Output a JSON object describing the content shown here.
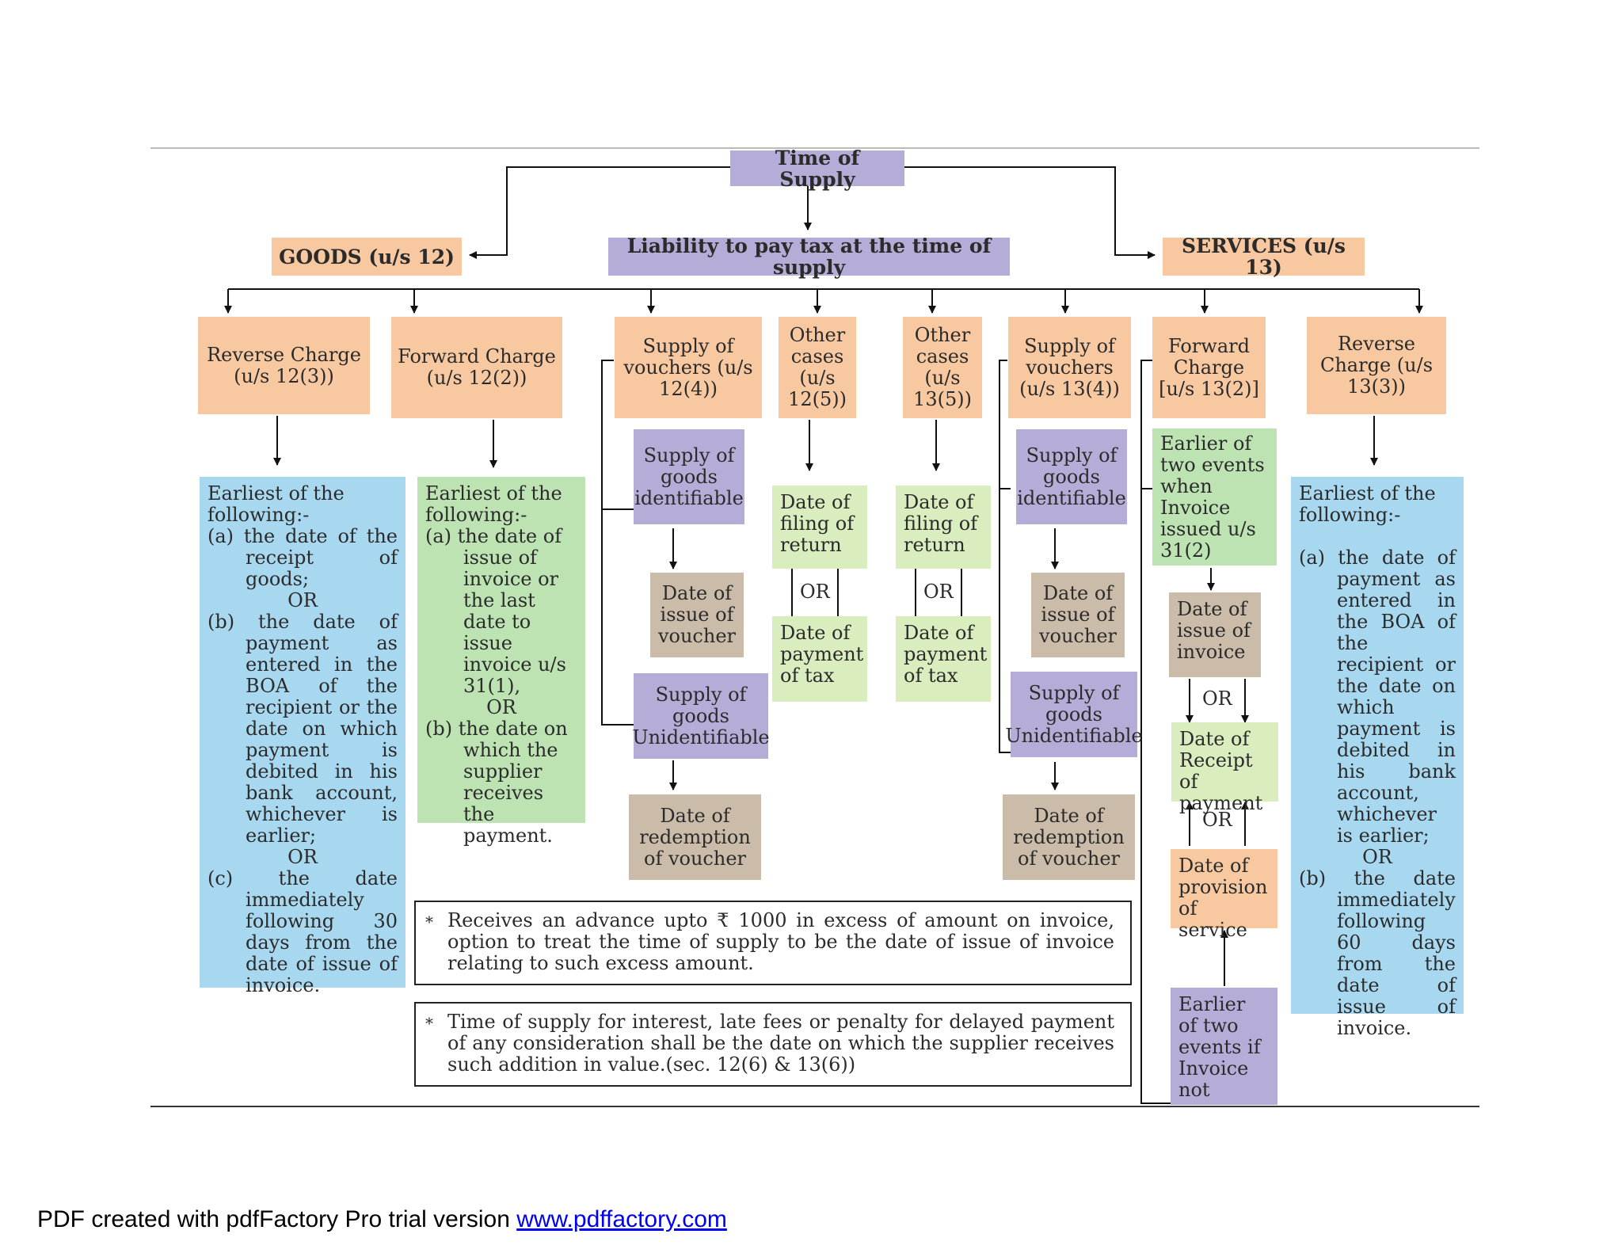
{
  "title": "Time of Supply",
  "liability": "Liability to pay tax at the time of supply",
  "goods": "GOODS (u/s 12)",
  "services": "SERVICES (u/s 13)",
  "g_rc": "Reverse Charge (u/s 12(3))",
  "g_fc": "Forward Charge (u/s 12(2))",
  "g_vouchers": "Supply of vouchers (u/s 12(4))",
  "g_other": "Other cases (u/s 12(5))",
  "s_other": "Other cases (u/s 13(5))",
  "s_vouchers": "Supply of vouchers (u/s 13(4))",
  "s_fc": "Forward Charge [u/s 13(2)]",
  "s_rc": "Reverse Charge (u/s 13(3))",
  "g_rc_list": {
    "head": "Earliest of the following:-",
    "a": "(a) the date of the receipt of goods;",
    "or1": "OR",
    "b": "(b) the date of payment as entered in the BOA of the recipient or the date on which payment is debited in his bank account, whichever is earlier;",
    "or2": "OR",
    "c": "(c) the date immediately following 30 days from the date of issue of invoice."
  },
  "g_fc_list": {
    "head": "Earliest of the following:-",
    "a": "(a) the date of issue of invoice or the last date to issue invoice u/s 31(1),",
    "or": "OR",
    "b": "(b) the date on which the supplier receives the payment."
  },
  "g_ident": "Supply of goods identifiable",
  "g_issue_voucher": "Date of issue of voucher",
  "g_unident": "Supply of goods Unidentifiable",
  "g_redemption": "Date of redemption of voucher",
  "g_filing": "Date of filing of return",
  "g_or": "OR",
  "g_payment_tax": "Date of payment of tax",
  "s_filing": "Date of filing of return",
  "s_or": "OR",
  "s_payment_tax": "Date of payment of tax",
  "s_ident": "Supply of goods identifiable",
  "s_issue_voucher": "Date of issue of voucher",
  "s_unident": "Supply of goods Unidentifiable",
  "s_redemption": "Date of redemption of voucher",
  "s_fc_earlier": "Earlier of two events when Invoice issued u/s 31(2)",
  "s_issue_invoice": "Date of issue of invoice",
  "s_or1": "OR",
  "s_receipt_payment": "Date of Receipt of payment",
  "s_or2": "OR",
  "s_provision": "Date of provision of service",
  "s_fc_not": "Earlier of two events if Invoice not",
  "s_rc_list": {
    "head": "Earliest of the following:-",
    "a": "(a) the date of payment as entered in the BOA of the recipient or the date on which payment is debited in his bank account, whichever is earlier;",
    "or": "OR",
    "b": "(b) the date immediately following 60 days from the date of issue of invoice."
  },
  "note1": "Receives an advance upto ₹ 1000 in excess of amount on invoice, option to treat the time of supply to be the date of issue of invoice relating to such excess amount.",
  "note2": "Time of supply for interest, late fees or penalty for delayed payment of any consideration shall be the date on which the supplier receives such addition in value.(sec. 12(6) & 13(6))",
  "note_star": "*",
  "footer_text": "PDF created with pdfFactory Pro trial version ",
  "footer_link": "www.pdffactory.com"
}
